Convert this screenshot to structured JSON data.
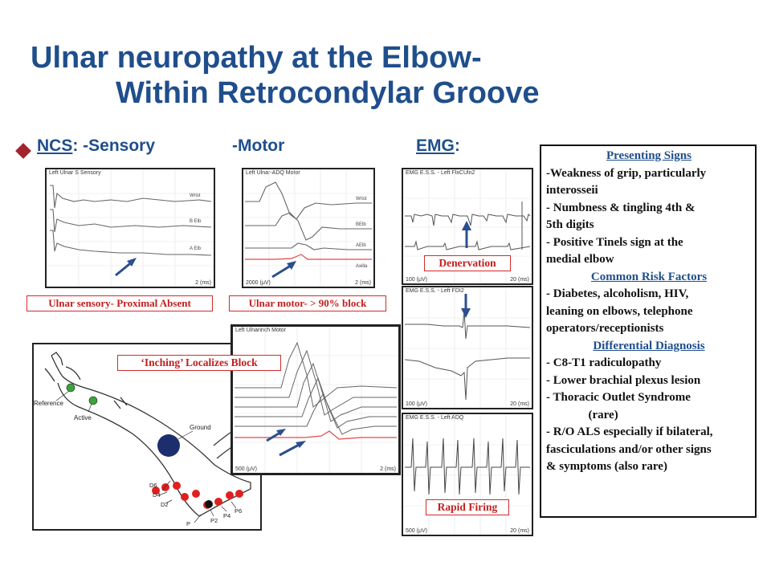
{
  "title": {
    "line1": "Ulnar neuropathy at the Elbow-",
    "line2": "Within Retrocondylar Groove"
  },
  "headers": {
    "ncs": "NCS",
    "sensory": ": -Sensory",
    "motor": "-Motor",
    "emg": "EMG",
    "emg_colon": ":"
  },
  "panels": {
    "sensory": {
      "label": "Left Ulnar S Sensory",
      "traces": [
        "Wrist",
        "B Elb",
        "A Elb"
      ],
      "scale": "2  (ms)"
    },
    "motor": {
      "label": "Left Ulnar-ADQ Motor",
      "traces": [
        "Wrist",
        "BElb",
        "AElb",
        "Axilla"
      ],
      "scale_left": "2000  (μV)",
      "scale_right": "2  (ms)"
    },
    "inch": {
      "label": "Left Ulnarinch Motor",
      "scale_left": "500  (μV)",
      "scale_right": "2  (ms)"
    },
    "emg1": {
      "label": "EMG E.S.S. - Left FlxCUln2",
      "scale_left": "100  (μV)",
      "scale_right": "20  (ms)"
    },
    "emg2": {
      "label": "EMG E.S.S. - Left FDI2",
      "scale_left": "100  (μV)",
      "scale_right": "20  (ms)"
    },
    "emg3": {
      "label": "EMG E.S.S. - Left ADQ",
      "scale_left": "500  (μV)",
      "scale_right": "20  (ms)"
    }
  },
  "callouts": {
    "sensory": "Ulnar sensory- Proximal Absent",
    "motor": "Ulnar motor- > 90% block",
    "inching": "‘Inching’  Localizes Block",
    "denervation": "Denervation",
    "rapid_firing": "Rapid Firing"
  },
  "arm": {
    "reference": "Reference",
    "active": "Active",
    "ground": "Ground",
    "d6": "D6",
    "d4": "D4",
    "d2": "D2",
    "p": "P",
    "p2": "P2",
    "p4": "P4",
    "p6": "P6"
  },
  "right_box": {
    "sec1": "Presenting Signs",
    "sec1_lines": [
      "-Weakness of grip, particularly",
      "  interosseii",
      "- Numbness & tingling 4th &",
      "  5th digits",
      "- Positive Tinels sign at the",
      "  medial elbow"
    ],
    "sec2": "Common Risk Factors",
    "sec2_lines": [
      "- Diabetes, alcoholism, HIV,",
      "leaning on elbows, telephone",
      "operators/receptionists"
    ],
    "sec3": "Differential Diagnosis",
    "sec3_lines": [
      "- C8-T1 radiculopathy",
      "- Lower brachial plexus lesion",
      "- Thoracic Outlet Syndrome",
      "              (rare)",
      "- R/O ALS especially if bilateral,",
      " fasciculations and/or other signs",
      "& symptoms  (also rare)"
    ]
  },
  "colors": {
    "title_blue": "#1f4e8c",
    "callout_red": "#c41e1e",
    "bullet": "#a2242f",
    "arrow": "#2b4f8f",
    "electrode_red": "#e02020",
    "electrode_green": "#3aa53a"
  }
}
